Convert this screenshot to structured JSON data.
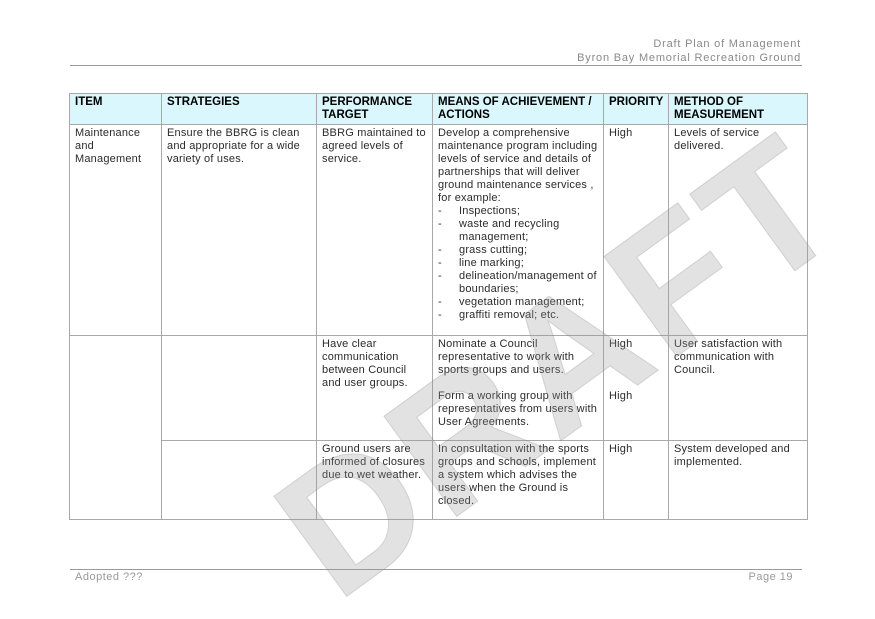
{
  "header": {
    "line1": "Draft Plan of Management",
    "line2": "Byron Bay Memorial Recreation Ground"
  },
  "table": {
    "columns": [
      "ITEM",
      "STRATEGIES",
      "PERFORMANCE TARGET",
      "MEANS OF ACHIEVEMENT / ACTIONS",
      "PRIORITY",
      "METHOD OF MEASUREMENT"
    ],
    "rows": [
      {
        "item": "Maintenance and Management",
        "strategy": "Ensure the BBRG is clean and appropriate for a wide variety of uses.",
        "target": "BBRG maintained to agreed levels of service.",
        "means_intro": "Develop a comprehensive maintenance program including levels of service and details of partnerships that will deliver ground maintenance services , for example:",
        "means_list": [
          "Inspections;",
          "waste and recycling management;",
          "grass cutting;",
          "line marking;",
          "delineation/management of boundaries;",
          "vegetation management;",
          "graffiti removal; etc."
        ],
        "priority": "High",
        "measurement": "Levels of service delivered."
      },
      {
        "item": "",
        "strategy": "",
        "target": "Have clear communication between Council and user groups.",
        "means_1": "Nominate a Council representative to work with sports groups and users.",
        "means_2": "Form a working group with representatives from users with User Agreements.",
        "priority_1": "High",
        "priority_2": "High",
        "measurement": "User satisfaction with communication with Council."
      },
      {
        "strategy": "",
        "target": "Ground users are informed of closures due to wet weather.",
        "means": "In consultation with the sports groups and schools, implement a system which advises the users when the Ground is closed.",
        "priority": "High",
        "measurement": "System developed and implemented."
      }
    ]
  },
  "watermark": "DRAFT",
  "footer": {
    "left": "Adopted ???",
    "right": "Page 19"
  }
}
